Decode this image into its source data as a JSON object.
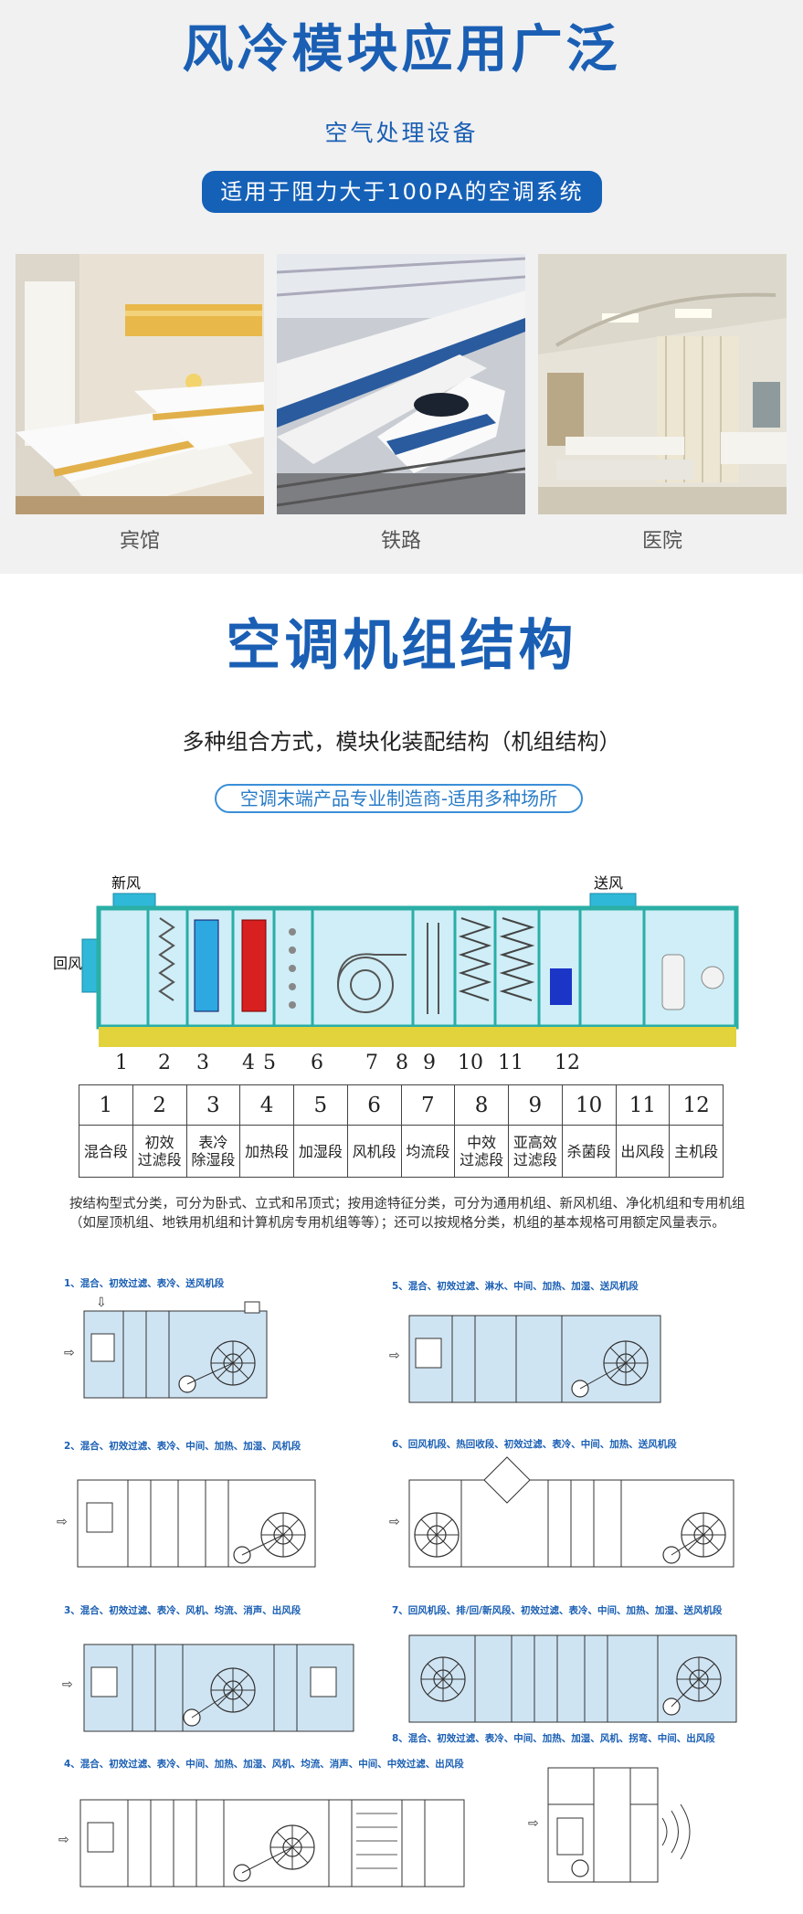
{
  "section1": {
    "title": "风冷模块应用广泛",
    "subtitle": "空气处理设备",
    "pill": "适用于阻力大于100PA的空调系统",
    "photos": [
      {
        "caption": "宾馆",
        "icon": "hotel-room-photo"
      },
      {
        "caption": "铁路",
        "icon": "train-station-photo"
      },
      {
        "caption": "医院",
        "icon": "hospital-ward-photo"
      }
    ]
  },
  "section2": {
    "title": "空调机组结构",
    "subtitle": "多种组合方式，模块化装配结构（机组结构）",
    "pill": "空调末端产品专业制造商-适用多种场所"
  },
  "diagram": {
    "fresh_air": "新风",
    "supply_air": "送风",
    "return_air": "回风",
    "numbers": [
      "1",
      "2",
      "3",
      "4",
      "5",
      "6",
      "7",
      "8",
      "9",
      "10",
      "11",
      "12"
    ]
  },
  "table": {
    "numbers": [
      "1",
      "2",
      "3",
      "4",
      "5",
      "6",
      "7",
      "8",
      "9",
      "10",
      "11",
      "12"
    ],
    "labels": [
      "混合段",
      "初效\n过滤段",
      "表冷\n除湿段",
      "加热段",
      "加湿段",
      "风机段",
      "均流段",
      "中效\n过滤段",
      "亚高效\n过滤段",
      "杀菌段",
      "出风段",
      "主机段"
    ]
  },
  "paragraph": "按结构型式分类，可分为卧式、立式和吊顶式；按用途特征分类，可分为通用机组、新风机组、净化机组和专用机组（如屋顶机组、地铁用机组和计算机房专用机组等等）；还可以按规格分类，机组的基本规格可用额定风量表示。",
  "configs": [
    "1、混合、初效过滤、表冷、送风机段",
    "2、混合、初效过滤、表冷、中间、加热、加湿、风机段",
    "3、混合、初效过滤、表冷、风机、均流、消声、出风段",
    "4、混合、初效过滤、表冷、中间、加热、加湿、风机、均流、消声、中间、中效过滤、出风段",
    "5、混合、初效过滤、淋水、中间、加热、加湿、送风机段",
    "6、回风机段、热回收段、初效过滤、表冷、中间、加热、送风机段",
    "7、回风机段、排/回/新风段、初效过滤、表冷、中间、加热、加湿、送风机段",
    "8、混合、初效过滤、表冷、中间、加热、加湿、风机、拐弯、中间、出风段"
  ],
  "colors": {
    "brand_blue": "#1a5fb4",
    "unit_fill": "#cfeef7",
    "unit_frame": "#2aaea6",
    "fan_blue": "#2da8e0",
    "heater_red": "#d82020",
    "sterilizer_blue": "#1b35c7"
  }
}
